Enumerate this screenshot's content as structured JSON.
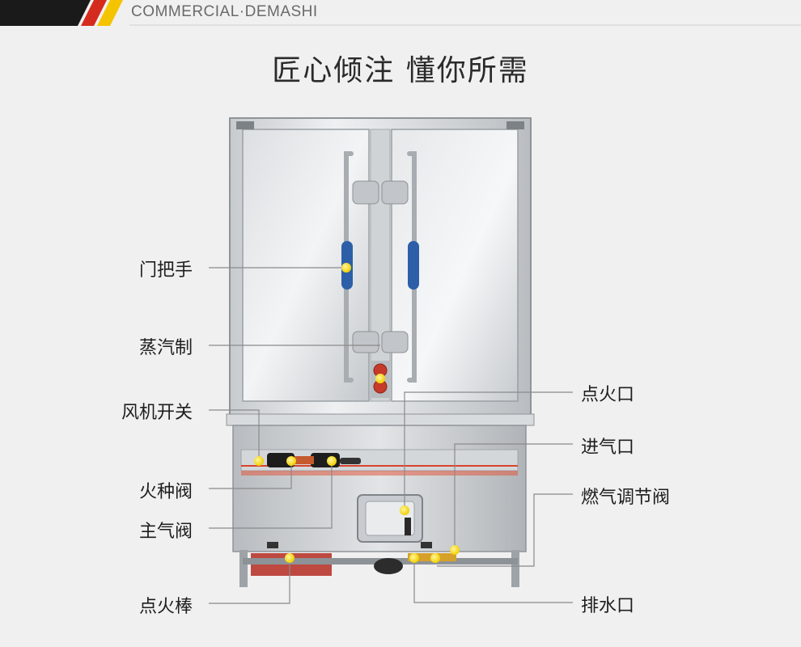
{
  "brand": {
    "text": "COMMERCIAL·DEMASHI"
  },
  "title": "匠心倾注 懂你所需",
  "labels_left": [
    "门把手",
    "蒸汽制",
    "风机开关",
    "火种阀",
    "主气阀",
    "点火棒"
  ],
  "labels_right": [
    "点火口",
    "进气口",
    "燃气调节阀",
    "排水口"
  ],
  "colors": {
    "background": "#f0f0f0",
    "brand_stripes": [
      "#1a1a1a",
      "#d52b1e",
      "#f5c400"
    ],
    "marker": "#f5d000",
    "handle_grip": "#2c5fa8",
    "steel_light": "#e6e8ea",
    "steel_dark": "#9ca1a6",
    "accent_strip": "#d9432b"
  }
}
